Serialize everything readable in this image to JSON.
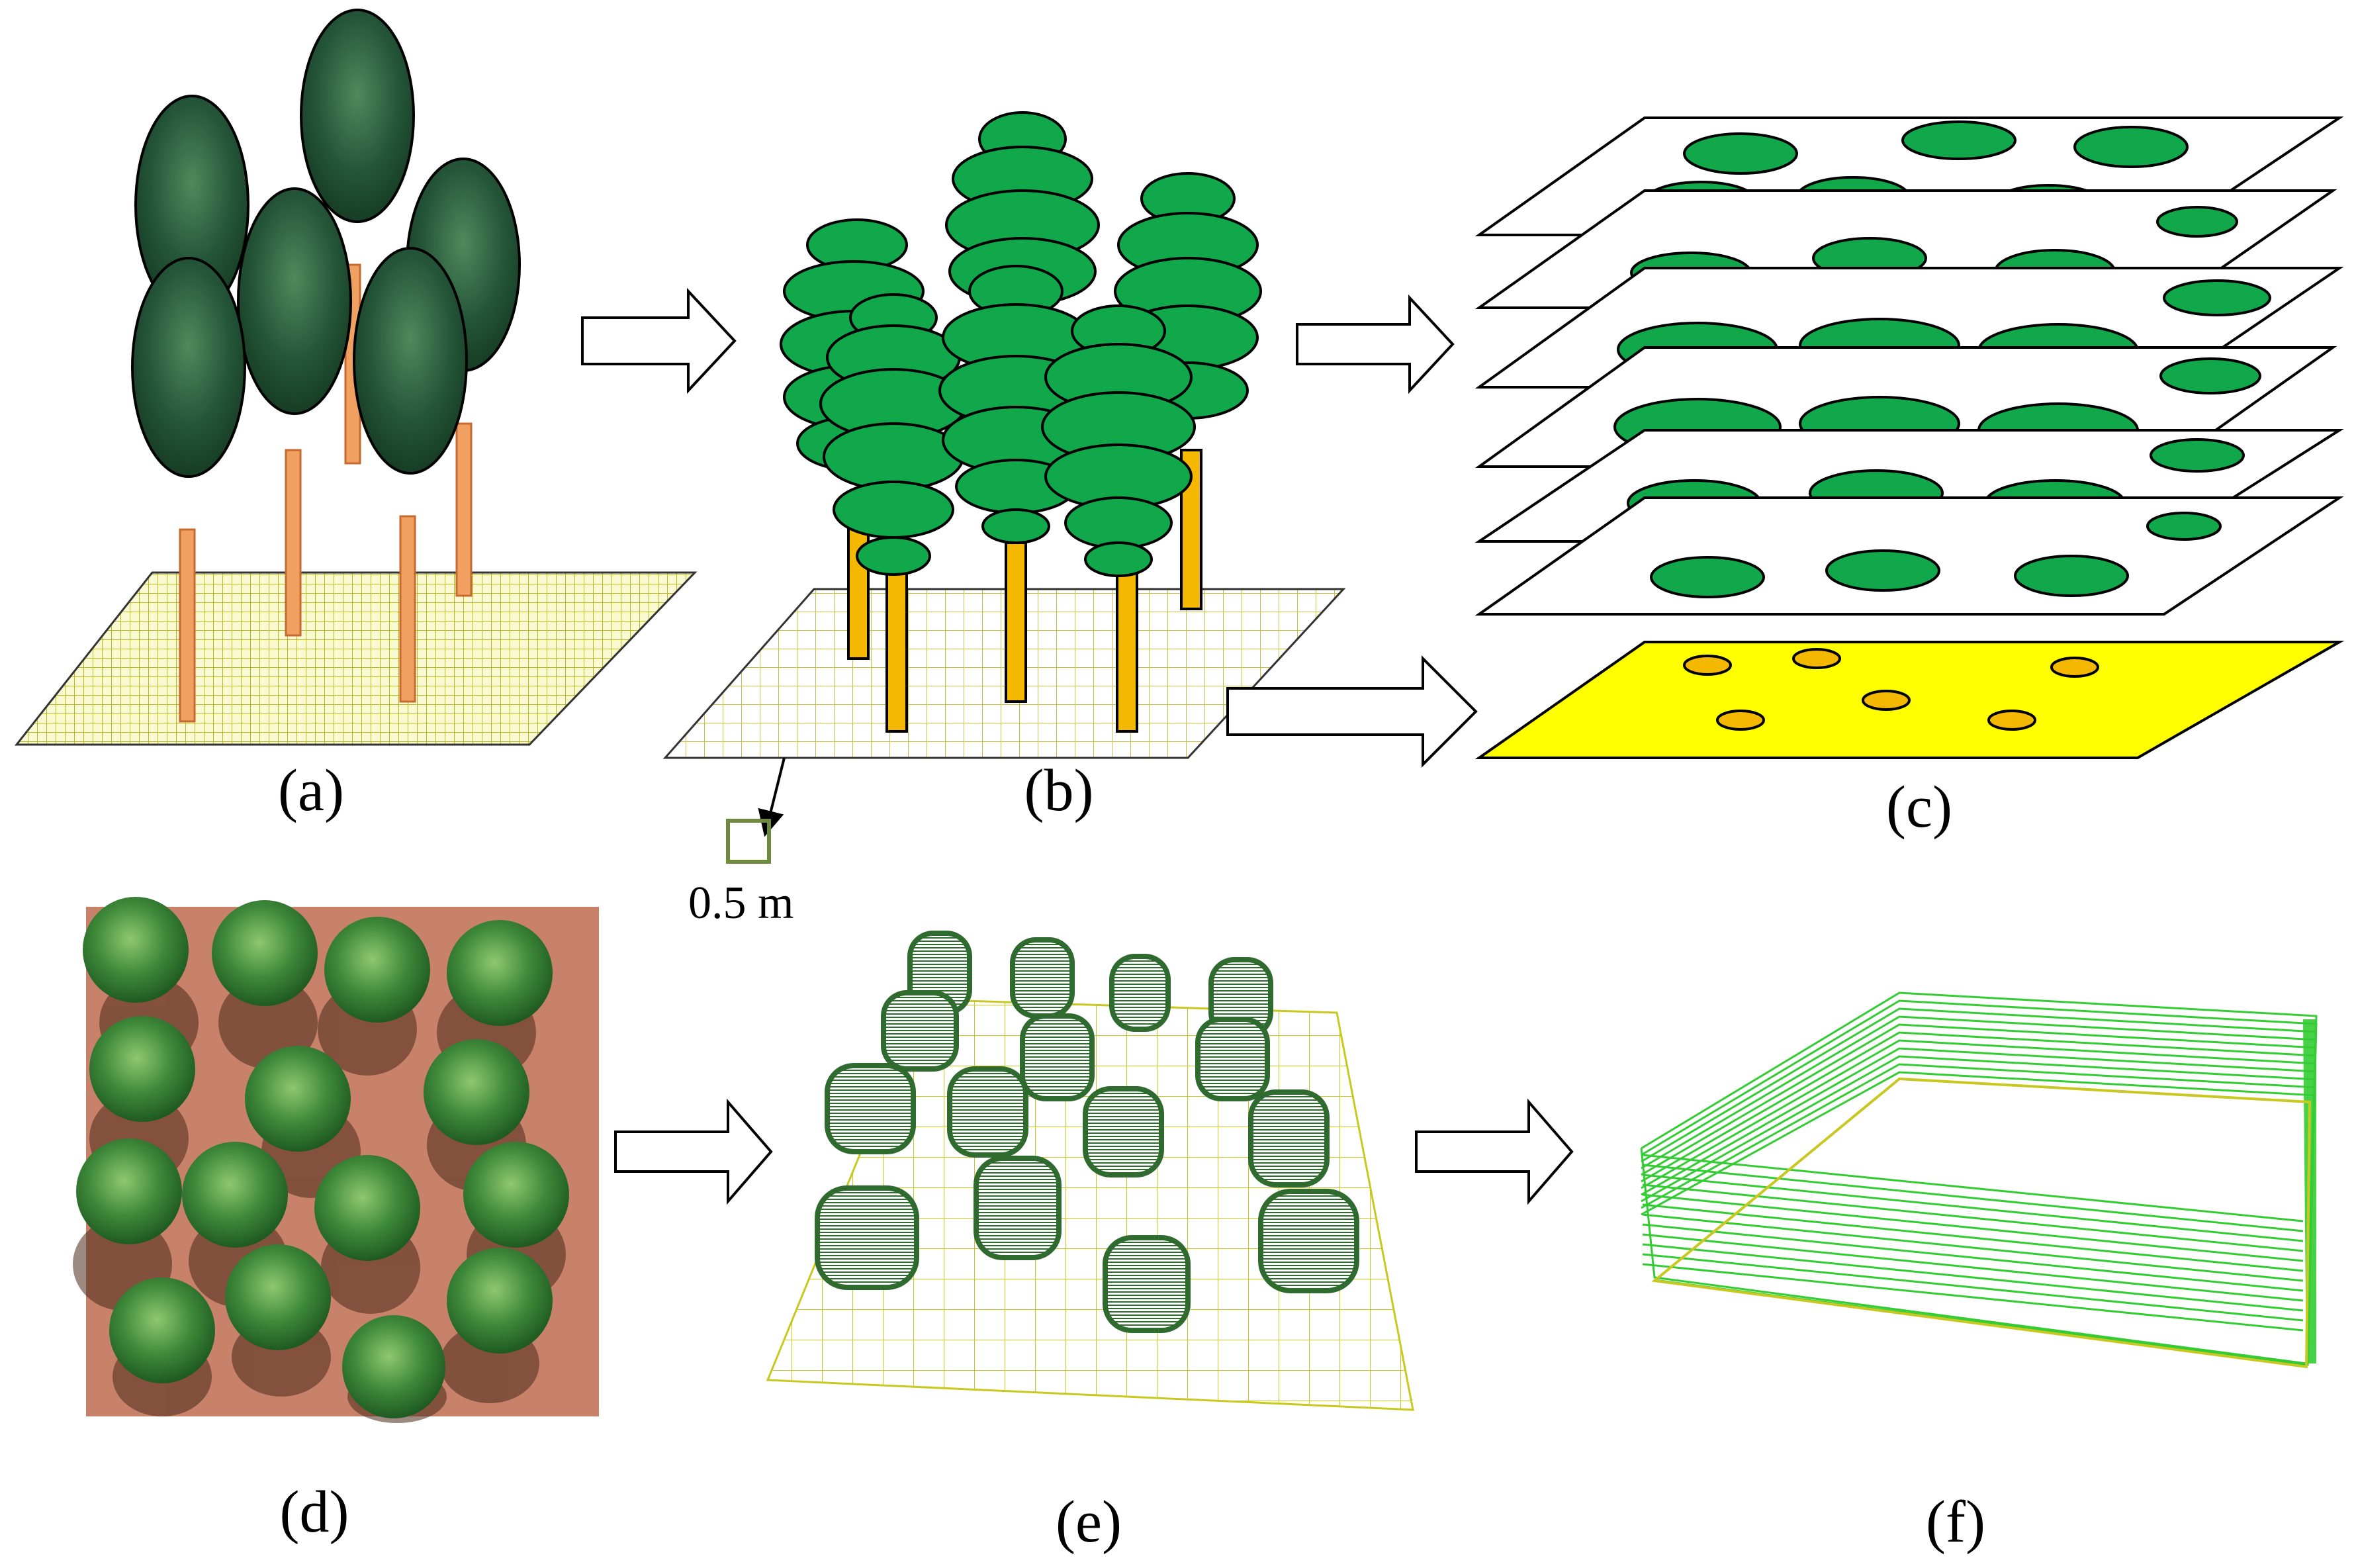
{
  "panels": {
    "a": {
      "label": "(a)"
    },
    "b": {
      "label": "(b)",
      "scale_label": "0.5 m"
    },
    "c": {
      "label": "(c)"
    },
    "d": {
      "label": "(d)"
    },
    "e": {
      "label": "(e)"
    },
    "f": {
      "label": "(f)"
    }
  },
  "colors": {
    "dark_crown": "#1f4d2a",
    "crown_highlight": "#5f9a68",
    "light_crown": "#10a84a",
    "trunk_orange": "#f0a060",
    "trunk_gold": "#f5b800",
    "ground_grid": "#b8b820",
    "ground_fill": "#fafad2",
    "yellow_ground": "#ffff00",
    "wire_green": "#2f6b2f",
    "wire_light": "#33cc33",
    "soil": "#c8826a",
    "scale_box": "#6e8b3d"
  }
}
